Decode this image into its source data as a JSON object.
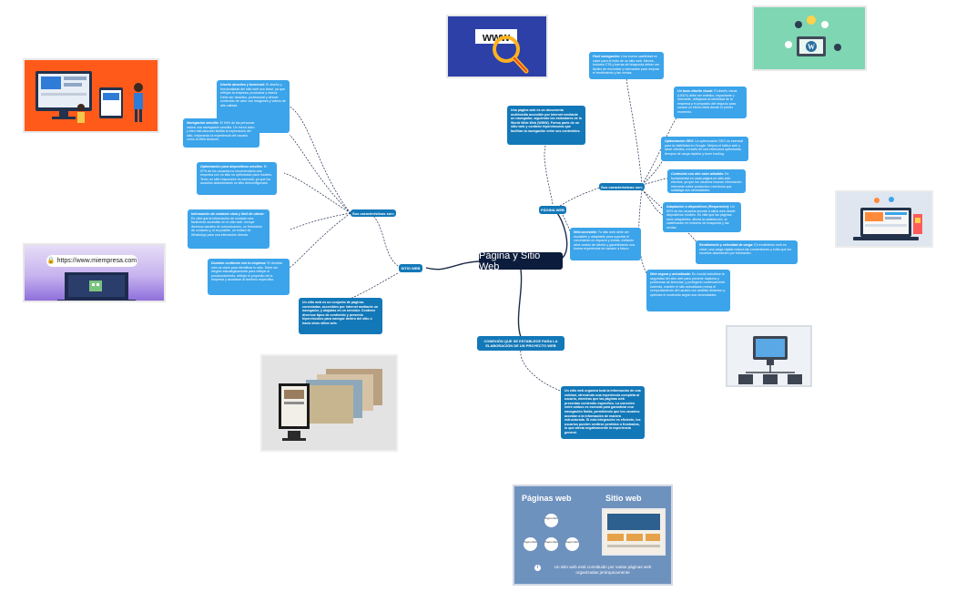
{
  "center": {
    "label": "Página y Sitio Web"
  },
  "branches": {
    "sitio_web": "SITIO WEB",
    "pagina_web": "PÁGINA WEB",
    "conexion": "CONEXIÓN QUE SE ESTABLECE PARA LA ELABORACIÓN DE UN PROYECTO WEB",
    "caracteristicas_left": "Sus características son:",
    "caracteristicas_right": "Sus características son:"
  },
  "left_cards": [
    {
      "title": "Diseño atractivo y funcional:",
      "text": "El diseño y funcionalidad del sitio web son clave, ya que reflejan la empresa, productos y marca. Debe ser atractivo, profesional y ofrecer contenido de valor con imágenes y videos de alta calidad."
    },
    {
      "title": "Navegación sencilla:",
      "text": "El 94% de las personas valora una navegación sencilla. Un menú claro y bien estructurado facilita la exploración del sitio, mejorando la experiencia del usuario, como la Web Amazon."
    },
    {
      "title": "Optimización para dispositivos móviles:",
      "text": "El 57% de los usuarios no recomendaría una empresa con un sitio no optimizado para móviles. Tener un sitio responsive es esencial, ya que los usuarios abandonarán un sitio desconfigurado."
    },
    {
      "title": "Información de contacto clara y fácil de ubicar:",
      "text": "Es vital que la información de contacto sea fácilmente accesible en el sitio web. Incluye diversos canales de comunicación, un formulario de contacto y, si es posible, un enlace de WhatsApp para una interacción directa."
    },
    {
      "title": "Dominio conforme con tu empresa:",
      "text": "El dominio web es clave para identificar tu sitio. Debe ser elegido estratégicamente para reflejar el posicionamiento, reflejar el propósito de la empresa y asociarse al territorio específico."
    }
  ],
  "sitio_definition": "Un sitio web es un conjunto de páginas conectadas, accesibles por Internet mediante un navegador, y alojadas en un servidor. Contiene diversos tipos de contenido y presenta hipervínculos para navegar dentro del sitio o hacia otros sitios web.",
  "pagina_definition": "Una página web es un documento multimedia accesible por Internet mediante un navegador, siguiendo los estándares de la World Wide Web (WWW). Forma parte de un sitio web y contiene hipervínculos que facilitan la navegación entre sus contenidos.",
  "right_cards": [
    {
      "title": "Fácil navegación:",
      "text": "Una buena usabilidad es clave para el éxito de un sitio web. Menús, botones CTA y barras de búsqueda deben ser fáciles de encontrar y relevantes para mejorar el rendimiento y las ventas."
    },
    {
      "title": "Un buen diseño visual:",
      "text": "El diseño visual (UI/UX) debe ser estético, impactante y relevante, reflejando la identidad de la empresa y el propósito del negocio para causar un efecto ideal desde el primer momento."
    },
    {
      "title": "Optimización SEO:",
      "text": "La optimización SEO es esencial para la visibilidad en Google. Mejora el tráfico web y atrae clientes, a través de una estructura optimizada, tiempos de carga rápidos y buen hosting."
    },
    {
      "title": "Contenido con alto valor añadido:",
      "text": "Es fundamental en cada página un sitio web efectiva, ya que los usuarios buscan información relevante sobre productos o servicios que satisfaga sus necesidades."
    },
    {
      "title": "Adaptación a dispositivos (Responsive):",
      "text": "Un 60% de los usuarios accede a sitios web desde dispositivos móviles. Es vital que las páginas sean adaptables, afecta la satisfacción, la clasificación en motores de búsqueda y las ventas."
    },
    {
      "title": "Rendimiento y velocidad de carga:",
      "text": "El rendimiento web es clave; una carga rápida mejora las conversiones y evita que los usuarios abandonen por frustración."
    },
    {
      "title": "Web segura y actualizada:",
      "text": "Es crucial actualizar la seguridad del sitio web para prevenir hackeos y problemas de licencias, y protegerlo continuamente. Además, mantén el sitio actualizado revisa el comportamiento del usuario con análisis dinámico y optimiza el contenido según sus necesidades."
    }
  ],
  "web_accesible": {
    "title": "Web accesible:",
    "text": "Tu sitio web debe ser escalable y adaptable para soportar el crecimiento en espacio y visitas, evitando altos costos de diseño y garantizando una buena experiencia de usuario a futuro."
  },
  "conexion_text": "Un sitio web organiza toda la información de una entidad, ofreciendo una experiencia completa al usuario, mientras que las páginas web presentan contenido específico. La conexión entre ambos es esencial para garantizar una navegación fluida, permitiendo que los usuarios accedan a la información de manera estructurada. Si esta integración es eficiente, los usuarios pueden sentirse perdidos o frustrados, lo que afecta negativamente la experiencia general.",
  "images": {
    "browser_url": "https://www.miempresa.com",
    "www_label": "www",
    "diagram_left_title": "Páginas web",
    "diagram_right_title": "Sitio web",
    "diagram_page_label": "Página Web",
    "diagram_caption": "Un sitio web está constituido por varias páginas web organizadas jerárquicamente"
  },
  "colors": {
    "center": "#0c1c3c",
    "branch": "#1378b8",
    "card": "#3ba4ea"
  }
}
